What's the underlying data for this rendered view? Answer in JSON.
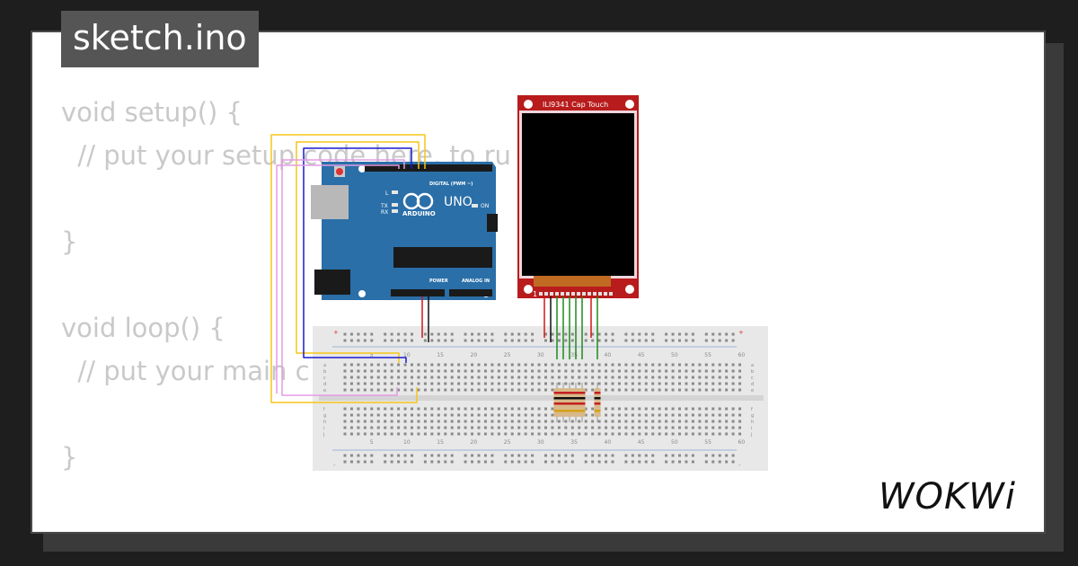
{
  "file_tab": {
    "title": "sketch.ino"
  },
  "code_lines": [
    "void setup() {",
    "  // put your setup code here, to ru",
    "",
    "}",
    "",
    "void loop() {",
    "  // put your main c",
    "",
    "}"
  ],
  "arduino": {
    "model_label": "UNO",
    "brand_label": "ARDUINO",
    "digital_label": "DIGITAL (PWM ~)",
    "power_label": "POWER",
    "analog_label": "ANALOG IN",
    "on_label": "ON",
    "tx_label": "TX",
    "rx_label": "RX",
    "l_label": "L",
    "board_color": "#2a6fa8"
  },
  "display": {
    "label": "ILI9341 Cap Touch",
    "pin1_label": "1",
    "board_color": "#b81c1c"
  },
  "breadboard": {
    "column_numbers": [
      "5",
      "10",
      "15",
      "20",
      "25",
      "30",
      "35",
      "40",
      "45",
      "50",
      "55",
      "60"
    ],
    "row_letters_top": [
      "a",
      "b",
      "c",
      "d",
      "e"
    ],
    "row_letters_bottom": [
      "f",
      "g",
      "h",
      "i",
      "j"
    ]
  },
  "wire_colors": {
    "yellow": "#f5c518",
    "blue": "#1a1ad0",
    "pink": "#e39be3",
    "red": "#d31515",
    "black": "#111111",
    "green": "#1c8c1c"
  },
  "brand": {
    "logo_text": "WOKWi",
    "logo_color": "#111111"
  }
}
